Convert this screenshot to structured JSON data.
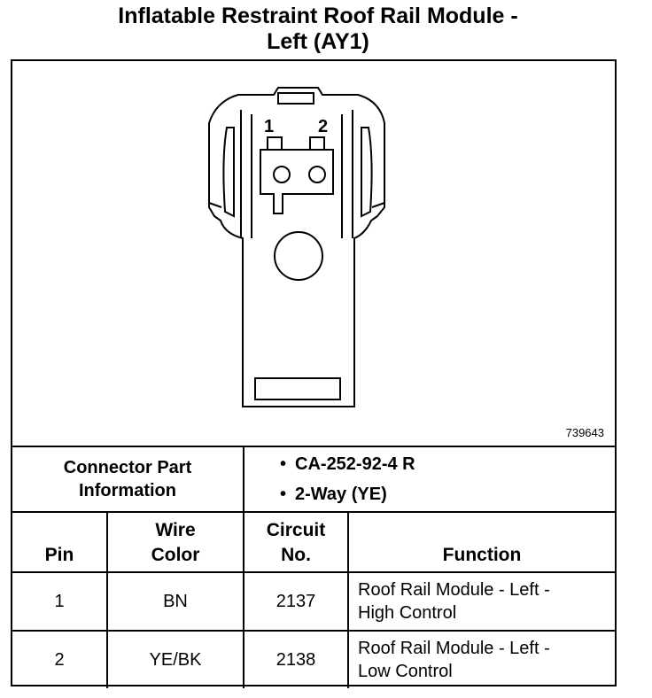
{
  "title": {
    "line1": "Inflatable Restraint Roof Rail Module -",
    "line2": "Left (AY1)"
  },
  "diagram": {
    "pin_labels": [
      "1",
      "2"
    ],
    "figure_id": "739643"
  },
  "connector_info": {
    "label_line1": "Connector Part",
    "label_line2": "Information",
    "items": [
      "CA-252-92-4 R",
      "2-Way (YE)"
    ]
  },
  "table": {
    "headers": {
      "pin": "Pin",
      "wire_color_line1": "Wire",
      "wire_color_line2": "Color",
      "circuit_line1": "Circuit",
      "circuit_line2": "No.",
      "function": "Function"
    },
    "rows": [
      {
        "pin": "1",
        "wire_color": "BN",
        "circuit": "2137",
        "function_line1": "Roof Rail Module - Left -",
        "function_line2": "High Control"
      },
      {
        "pin": "2",
        "wire_color": "YE/BK",
        "circuit": "2138",
        "function_line1": "Roof Rail Module - Left -",
        "function_line2": "Low Control"
      }
    ]
  }
}
